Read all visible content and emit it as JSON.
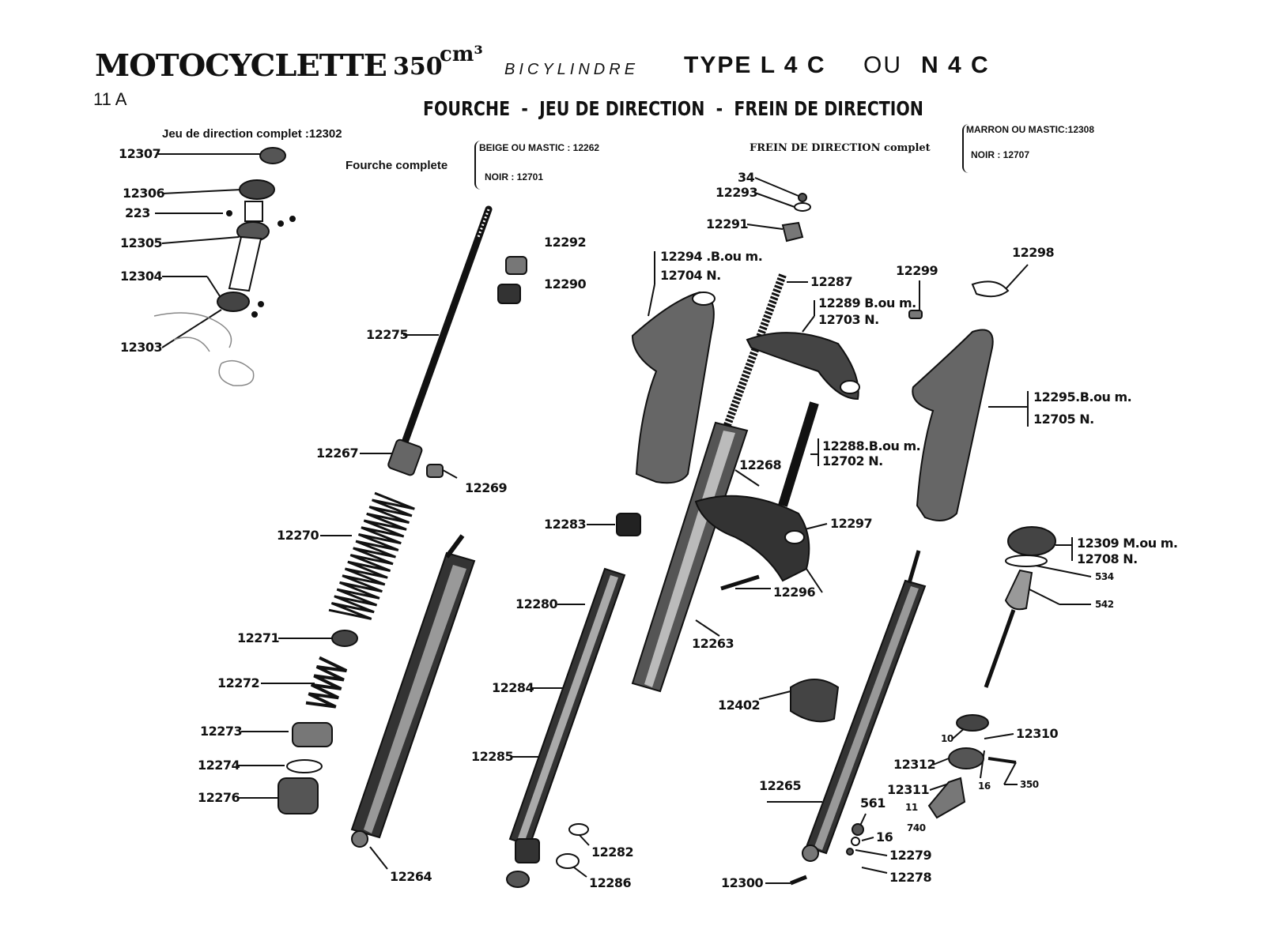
{
  "header": {
    "title": "MOTOCYCLETTE",
    "displacement": "350",
    "unit": "cm³",
    "subtype": "BICYLINDRE",
    "type_prefix": "TYPE L 4 C",
    "or": "OU",
    "type_alt": "N 4 C",
    "plate_number": "11 A",
    "subtitle": "FOURCHE  -  JEU DE DIRECTION  -  FREIN DE DIRECTION"
  },
  "assemblies": {
    "steering_set": "Jeu de direction complet :12302",
    "fork_label": "Fourche complete",
    "fork_beige": "BEIGE OU MASTIC : 12262",
    "fork_noir": "NOIR :  12701",
    "brake_label": "FREIN DE DIRECTION complet",
    "brake_marron": "MARRON OU MASTIC:12308",
    "brake_noir": "NOIR :    12707"
  },
  "labels": [
    {
      "ref": "12307"
    },
    {
      "ref": "12306"
    },
    {
      "ref": "223"
    },
    {
      "ref": "12305"
    },
    {
      "ref": "12304"
    },
    {
      "ref": "12303"
    },
    {
      "ref": "12292"
    },
    {
      "ref": "12290"
    },
    {
      "ref": "12275"
    },
    {
      "ref": "12267"
    },
    {
      "ref": "12269"
    },
    {
      "ref": "12270"
    },
    {
      "ref": "12271"
    },
    {
      "ref": "12272"
    },
    {
      "ref": "12273"
    },
    {
      "ref": "12274"
    },
    {
      "ref": "12276"
    },
    {
      "ref": "12264"
    },
    {
      "ref": "12283"
    },
    {
      "ref": "12280"
    },
    {
      "ref": "12284"
    },
    {
      "ref": "12285"
    },
    {
      "ref": "12282"
    },
    {
      "ref": "12286"
    },
    {
      "ref": "34"
    },
    {
      "ref": "12293"
    },
    {
      "ref": "12291"
    },
    {
      "ref": "12294 .B.ou m."
    },
    {
      "ref": "12704  N."
    },
    {
      "ref": "12287"
    },
    {
      "ref": "12289 B.ou m."
    },
    {
      "ref": "12703  N."
    },
    {
      "ref": "12299"
    },
    {
      "ref": "12298"
    },
    {
      "ref": "12295.B.ou m."
    },
    {
      "ref": "12705   N."
    },
    {
      "ref": "12288.B.ou m."
    },
    {
      "ref": "12702 N."
    },
    {
      "ref": "12268"
    },
    {
      "ref": "12297"
    },
    {
      "ref": "12296"
    },
    {
      "ref": "12263"
    },
    {
      "ref": "12309 M.ou m."
    },
    {
      "ref": "12708    N."
    },
    {
      "ref": "534"
    },
    {
      "ref": "542"
    },
    {
      "ref": "12402"
    },
    {
      "ref": "12265"
    },
    {
      "ref": "561"
    },
    {
      "ref": "16"
    },
    {
      "ref": "12279"
    },
    {
      "ref": "12278"
    },
    {
      "ref": "12300"
    },
    {
      "ref": "10"
    },
    {
      "ref": "12310"
    },
    {
      "ref": "12312"
    },
    {
      "ref": "16"
    },
    {
      "ref": "350"
    },
    {
      "ref": "12311"
    },
    {
      "ref": "11"
    },
    {
      "ref": "740"
    }
  ]
}
